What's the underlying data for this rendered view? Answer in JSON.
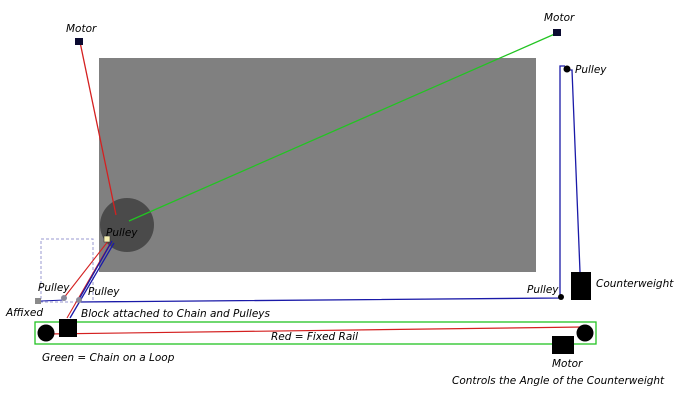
{
  "labels": {
    "motor_top_left": "Motor",
    "motor_top_right": "Motor",
    "pulley_top_right": "Pulley",
    "pulley_circle": "Pulley",
    "pulley_left_1": "Pulley",
    "pulley_left_2": "Pulley",
    "pulley_bottom_right": "Pulley",
    "counterweight": "Counterweight",
    "affixed": "Affixed",
    "block": "Block attached to Chain and Pulleys",
    "red_rail": "Red = Fixed Rail",
    "green_chain": "Green = Chain on a Loop",
    "motor_bottom": "Motor",
    "motor_bottom_desc": "Controls the Angle of the Counterweight"
  },
  "colors": {
    "panel": "#808080",
    "pulley_disc": "#4a4a4a",
    "red": "#d42020",
    "green": "#22c422",
    "blue": "#1a1aa8",
    "dash": "#9a9ad0",
    "black": "#000000"
  }
}
